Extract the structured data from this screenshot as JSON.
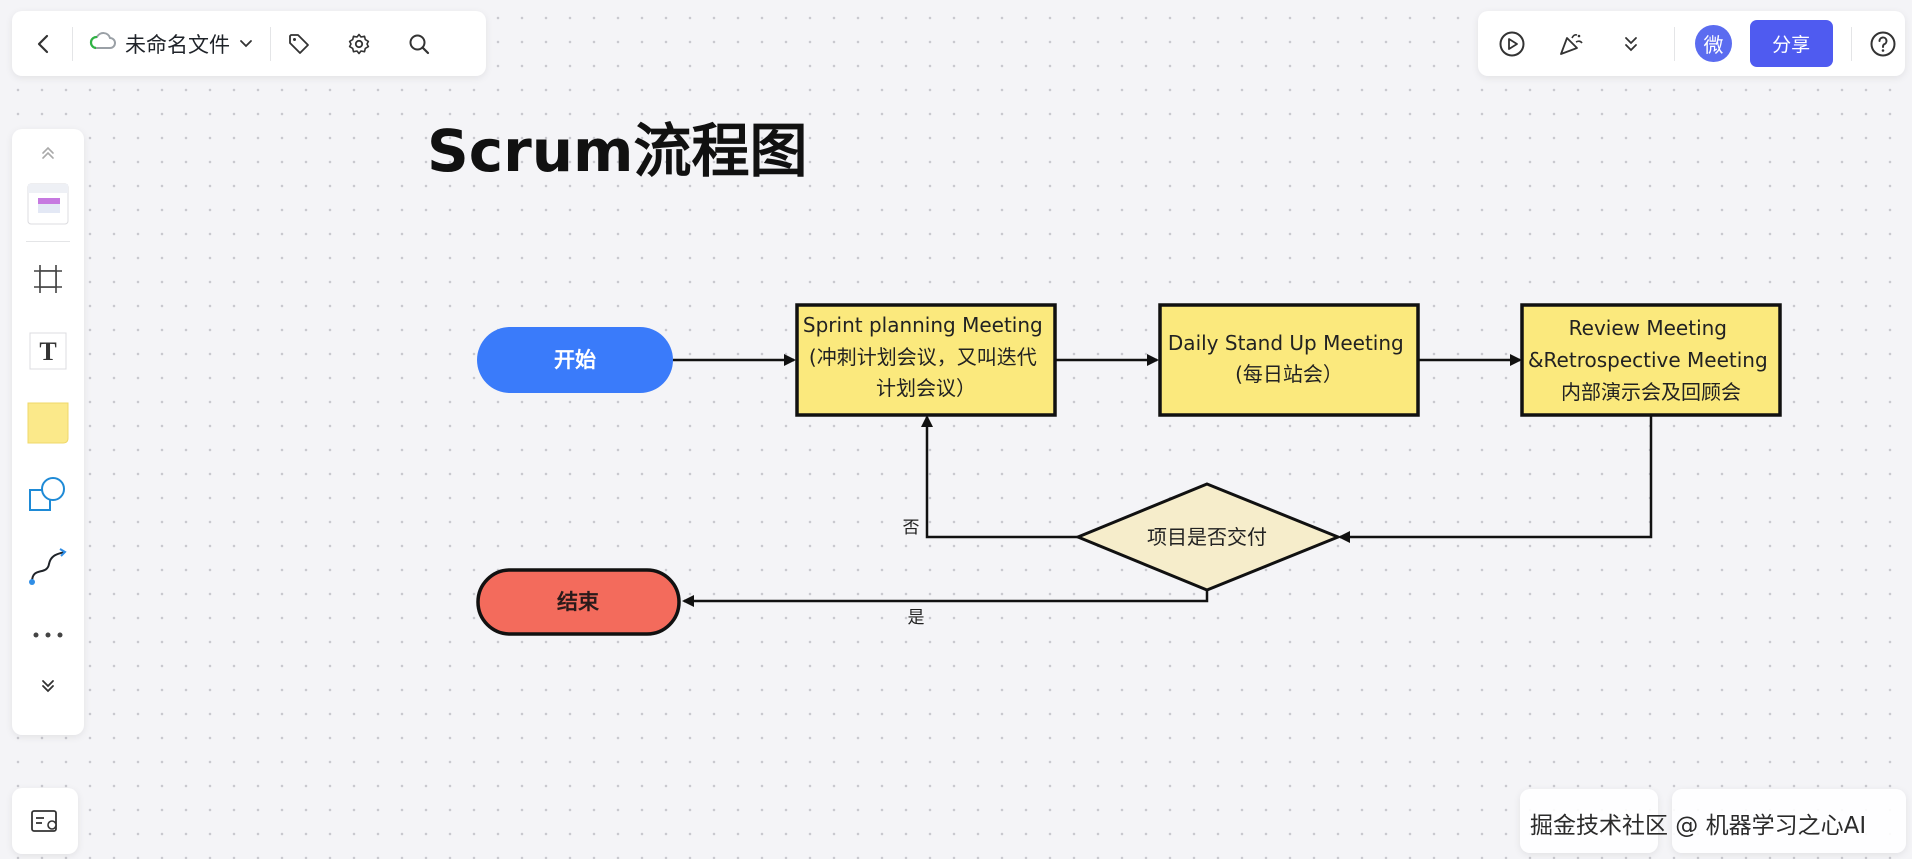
{
  "toolbar": {
    "file_name": "未命名文件",
    "share_label": "分享",
    "avatar_label": "微"
  },
  "canvas": {
    "title": "Scrum流程图"
  },
  "diagram": {
    "start": "开始",
    "end": "结束",
    "sprint_planning": [
      "Sprint planning Meeting",
      "(冲刺计划会议，又叫迭代",
      "计划会议）"
    ],
    "daily_standup": [
      "Daily Stand Up Meeting",
      "(每日站会）"
    ],
    "review": [
      "Review Meeting",
      "&Retrospective Meeting",
      "内部演示会及回顾会"
    ],
    "decision": "项目是否交付",
    "label_no": "否",
    "label_yes": "是"
  },
  "watermark": "掘金技术社区 @ 机器学习之心AI",
  "colors": {
    "start_fill": "#3a7bfa",
    "end_fill": "#f36b5c",
    "process_fill": "#fbe97d",
    "decision_fill": "#f6edcb",
    "share_button": "#4f5bf0"
  }
}
